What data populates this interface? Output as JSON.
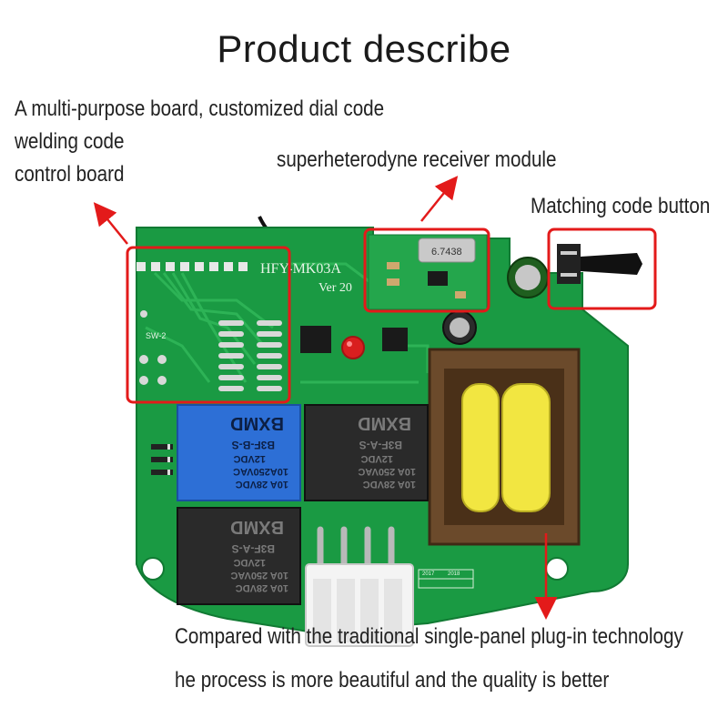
{
  "title": "Product describe",
  "annotations": {
    "multi_purpose": [
      "A multi-purpose board, customized dial code",
      "welding code",
      "control board"
    ],
    "receiver": "superheterodyne receiver module",
    "matching_button": "Matching code button",
    "bottom_lines": [
      "Compared with the traditional single-panel plug-in technology",
      "he process is more beautiful and the quality is better"
    ]
  },
  "board": {
    "model": "HFY-MK03A",
    "version": "Ver 20",
    "crystal": "6.7438",
    "relay_blue": {
      "line1": "10A 28VDC",
      "line2": "10A250VAC",
      "line3": "12VDC",
      "line4": "B3F-B-S",
      "brand": "BXMD"
    },
    "relay_black_1": {
      "line1": "10A 28VDC",
      "line2": "10A 250VAC",
      "line3": "12VDC",
      "line4": "B3F-A-S",
      "brand": "BXMD"
    },
    "relay_black_2": {
      "line1": "10A 28VDC",
      "line2": "10A 250VAC",
      "line3": "12VDC",
      "line4": "B3F-A-S",
      "brand": "BXMD"
    },
    "year_labels": [
      "2017",
      "2018"
    ],
    "sw_label": "SW-2"
  },
  "colors": {
    "pcb": "#1a9a43",
    "highlight": "#e31a1a",
    "relay_blue": "#2d6fd6",
    "relay_black": "#2a2a2a",
    "coil": "#f2e641",
    "transformer_frame": "#6b4a2b"
  }
}
